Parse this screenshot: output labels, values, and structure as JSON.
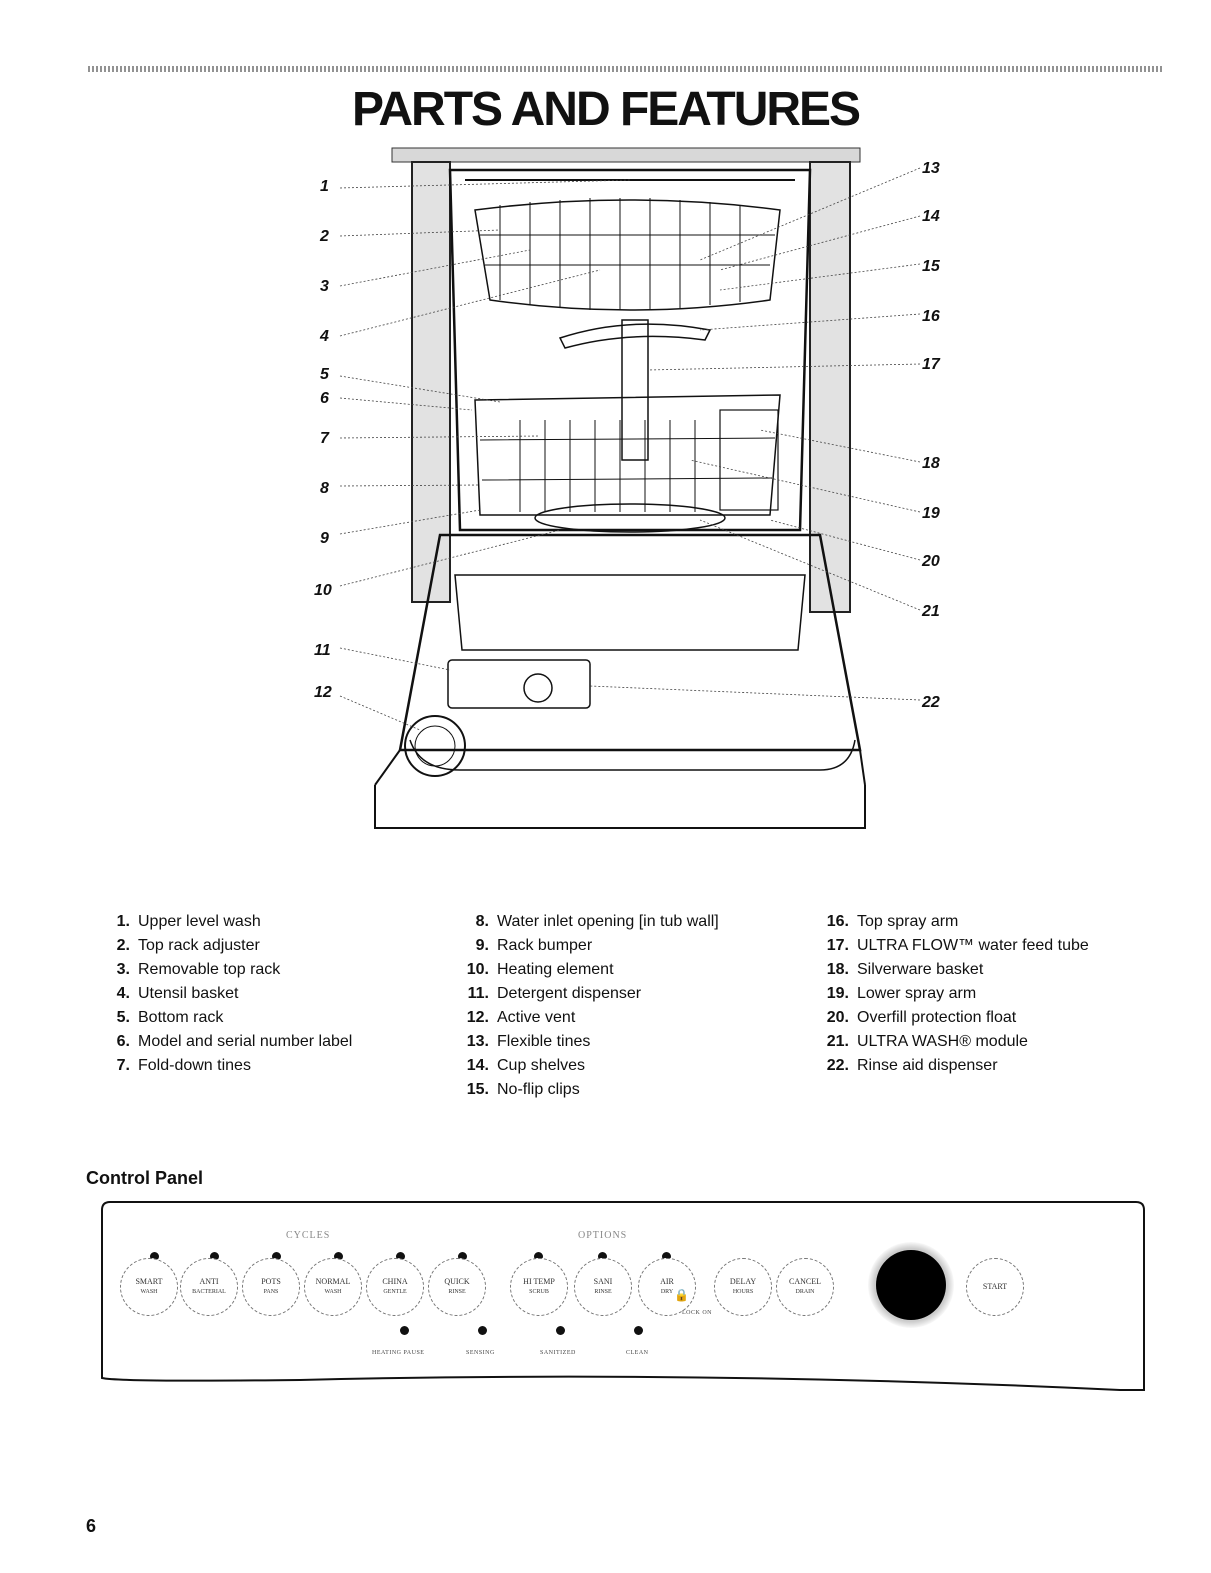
{
  "page": {
    "title": "PARTS AND FEATURES",
    "page_number": "6"
  },
  "diagram": {
    "callouts": [
      "1",
      "2",
      "3",
      "4",
      "5",
      "6",
      "7",
      "8",
      "9",
      "10",
      "11",
      "12",
      "13",
      "14",
      "15",
      "16",
      "17",
      "18",
      "19",
      "20",
      "21",
      "22"
    ]
  },
  "parts": {
    "columns": [
      [
        {
          "num": "1.",
          "text": "Upper level wash"
        },
        {
          "num": "2.",
          "text": "Top rack adjuster"
        },
        {
          "num": "3.",
          "text": "Removable top rack"
        },
        {
          "num": "4.",
          "text": "Utensil basket"
        },
        {
          "num": "5.",
          "text": "Bottom rack"
        },
        {
          "num": "6.",
          "text": "Model and serial number label"
        },
        {
          "num": "7.",
          "text": "Fold-down tines"
        }
      ],
      [
        {
          "num": "8.",
          "text": "Water inlet opening [in tub wall]"
        },
        {
          "num": "9.",
          "text": "Rack bumper"
        },
        {
          "num": "10.",
          "text": "Heating element"
        },
        {
          "num": "11.",
          "text": "Detergent dispenser"
        },
        {
          "num": "12.",
          "text": "Active vent"
        },
        {
          "num": "13.",
          "text": "Flexible tines"
        },
        {
          "num": "14.",
          "text": "Cup shelves"
        },
        {
          "num": "15.",
          "text": "No-flip clips"
        }
      ],
      [
        {
          "num": "16.",
          "text": "Top spray arm"
        },
        {
          "num": "17.",
          "text": "ULTRA FLOW™ water feed tube"
        },
        {
          "num": "18.",
          "text": "Silverware basket"
        },
        {
          "num": "19.",
          "text": "Lower spray arm"
        },
        {
          "num": "20.",
          "text": "Overfill protection float"
        },
        {
          "num": "21.",
          "text": "ULTRA WASH® module"
        },
        {
          "num": "22.",
          "text": "Rinse aid dispenser"
        }
      ]
    ]
  },
  "control_panel": {
    "title": "Control Panel",
    "cycles_label": "CYCLES",
    "options_label": "OPTIONS",
    "cycle_buttons": [
      {
        "l1": "SMART",
        "l2": "WASH"
      },
      {
        "l1": "ANTI",
        "l2": "BACTERIAL"
      },
      {
        "l1": "POTS",
        "l2": "PANS"
      },
      {
        "l1": "NORMAL",
        "l2": "WASH"
      },
      {
        "l1": "CHINA",
        "l2": "GENTLE"
      },
      {
        "l1": "QUICK",
        "l2": "RINSE"
      }
    ],
    "option_buttons": [
      {
        "l1": "HI TEMP",
        "l2": "SCRUB"
      },
      {
        "l1": "SANI",
        "l2": "RINSE"
      },
      {
        "l1": "AIR",
        "l2": "DRY"
      }
    ],
    "other_buttons": [
      {
        "l1": "DELAY",
        "l2": "HOURS"
      },
      {
        "l1": "CANCEL",
        "l2": "DRAIN"
      },
      {
        "l1": "START",
        "l2": ""
      }
    ],
    "lock_label": "LOCK ON",
    "status_lights": [
      "HEATING PAUSE",
      "SENSING",
      "SANITIZED",
      "CLEAN"
    ]
  }
}
